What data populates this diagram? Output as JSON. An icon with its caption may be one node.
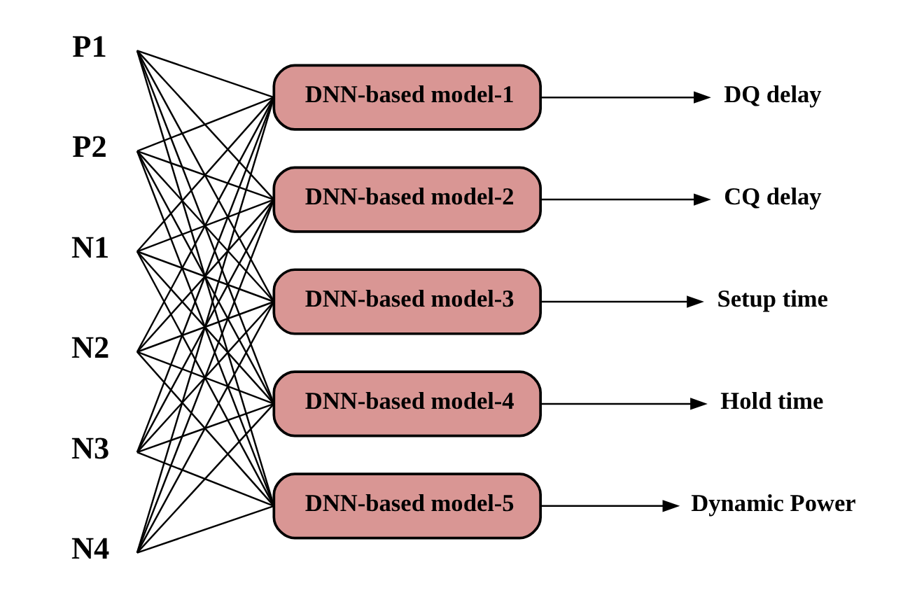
{
  "diagram": {
    "nodes": [
      {
        "text": [
          "P1"
        ]
      },
      {
        "text": [
          "P2"
        ]
      },
      {
        "text": [
          "N1"
        ]
      },
      {
        "text": [
          "N2"
        ]
      },
      {
        "text": [
          "N3"
        ]
      },
      {
        "text": [
          "N4"
        ]
      },
      {
        "text": [
          "DNN-based model-1"
        ]
      },
      {
        "text": [
          "DNN-based model-2"
        ]
      },
      {
        "text": [
          "DNN-based model-3"
        ]
      },
      {
        "text": [
          "DNN-based model-4"
        ]
      },
      {
        "text": [
          "DNN-based model-5"
        ]
      },
      {
        "text": [
          "DQ delay"
        ]
      },
      {
        "text": [
          "CQ delay"
        ]
      },
      {
        "text": [
          "Setup time"
        ]
      },
      {
        "text": [
          "Hold time"
        ]
      },
      {
        "text": [
          "Dynamic Power"
        ]
      }
    ],
    "edges": [
      {
        "from": 0,
        "to": 6,
        "arrow": "none"
      },
      {
        "from": 0,
        "to": 7,
        "arrow": "none"
      },
      {
        "from": 0,
        "to": 8,
        "arrow": "none"
      },
      {
        "from": 0,
        "to": 9,
        "arrow": "none"
      },
      {
        "from": 0,
        "to": 10,
        "arrow": "none"
      },
      {
        "from": 1,
        "to": 6,
        "arrow": "none"
      },
      {
        "from": 1,
        "to": 7,
        "arrow": "none"
      },
      {
        "from": 1,
        "to": 8,
        "arrow": "none"
      },
      {
        "from": 1,
        "to": 9,
        "arrow": "none"
      },
      {
        "from": 1,
        "to": 10,
        "arrow": "none"
      },
      {
        "from": 2,
        "to": 6,
        "arrow": "none"
      },
      {
        "from": 2,
        "to": 7,
        "arrow": "none"
      },
      {
        "from": 2,
        "to": 8,
        "arrow": "none"
      },
      {
        "from": 2,
        "to": 9,
        "arrow": "none"
      },
      {
        "from": 2,
        "to": 10,
        "arrow": "none"
      },
      {
        "from": 3,
        "to": 6,
        "arrow": "none"
      },
      {
        "from": 3,
        "to": 7,
        "arrow": "none"
      },
      {
        "from": 3,
        "to": 8,
        "arrow": "none"
      },
      {
        "from": 3,
        "to": 9,
        "arrow": "none"
      },
      {
        "from": 3,
        "to": 10,
        "arrow": "none"
      },
      {
        "from": 4,
        "to": 6,
        "arrow": "none"
      },
      {
        "from": 4,
        "to": 7,
        "arrow": "none"
      },
      {
        "from": 4,
        "to": 8,
        "arrow": "none"
      },
      {
        "from": 4,
        "to": 9,
        "arrow": "none"
      },
      {
        "from": 4,
        "to": 10,
        "arrow": "none"
      },
      {
        "from": 5,
        "to": 6,
        "arrow": "none"
      },
      {
        "from": 5,
        "to": 7,
        "arrow": "none"
      },
      {
        "from": 5,
        "to": 8,
        "arrow": "none"
      },
      {
        "from": 5,
        "to": 9,
        "arrow": "none"
      },
      {
        "from": 5,
        "to": 10,
        "arrow": "none"
      },
      {
        "from": 6,
        "to": 11,
        "arrow": "to"
      },
      {
        "from": 7,
        "to": 12,
        "arrow": "to"
      },
      {
        "from": 8,
        "to": 13,
        "arrow": "to"
      },
      {
        "from": 9,
        "to": 14,
        "arrow": "to"
      },
      {
        "from": 10,
        "to": 15,
        "arrow": "to"
      }
    ]
  }
}
